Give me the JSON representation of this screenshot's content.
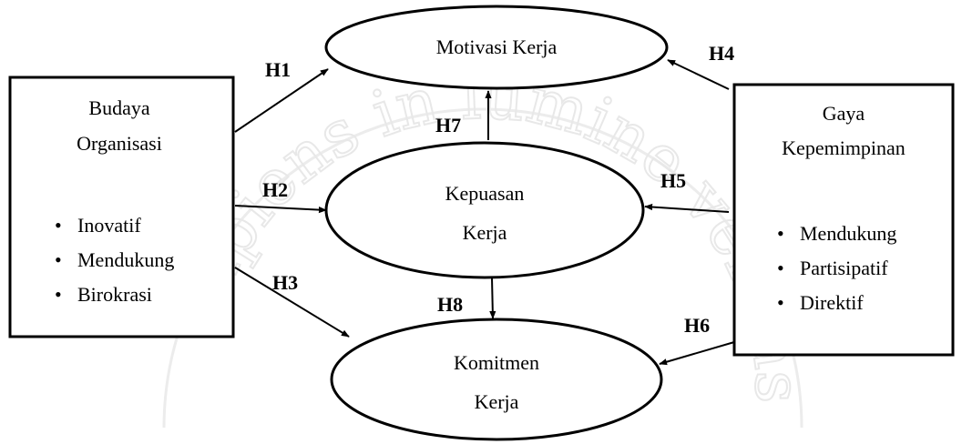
{
  "watermark": {
    "text": "Sapiens in lumine veritas"
  },
  "nodes": {
    "budaya": {
      "title_line1": "Budaya",
      "title_line2": "Organisasi",
      "items": [
        "Inovatif",
        "Mendukung",
        "Birokrasi"
      ]
    },
    "gaya": {
      "title_line1": "Gaya",
      "title_line2": "Kepemimpinan",
      "items": [
        "Mendukung",
        "Partisipatif",
        "Direktif"
      ]
    },
    "motivasi": {
      "label": "Motivasi Kerja"
    },
    "kepuasan": {
      "label_line1": "Kepuasan",
      "label_line2": "Kerja"
    },
    "komitmen": {
      "label_line1": "Komitmen",
      "label_line2": "Kerja"
    }
  },
  "hypotheses": [
    "H1",
    "H2",
    "H3",
    "H4",
    "H5",
    "H6",
    "H7",
    "H8"
  ]
}
